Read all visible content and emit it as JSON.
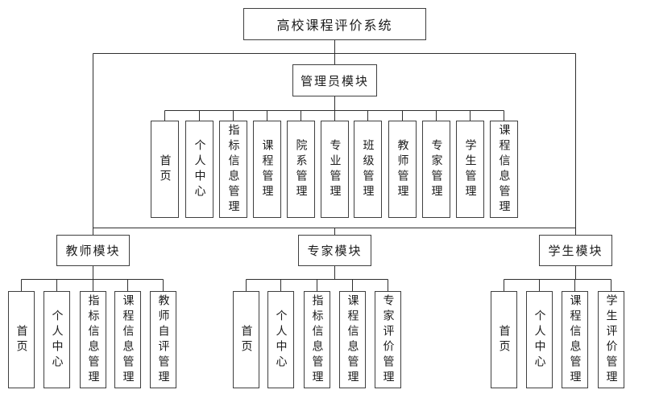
{
  "diagram": {
    "root": "高校课程评价系统",
    "admin": {
      "label": "管理员模块",
      "children": [
        "首页",
        "个人中心",
        "指标信息管理",
        "课程管理",
        "院系管理",
        "专业管理",
        "班级管理",
        "教师管理",
        "专家管理",
        "学生管理",
        "课程信息管理"
      ]
    },
    "teacher": {
      "label": "教师模块",
      "children": [
        "首页",
        "个人中心",
        "指标信息管理",
        "课程信息管理",
        "教师自评管理"
      ]
    },
    "expert": {
      "label": "专家模块",
      "children": [
        "首页",
        "个人中心",
        "指标信息管理",
        "课程信息管理",
        "专家评价管理"
      ]
    },
    "student": {
      "label": "学生模块",
      "children": [
        "首页",
        "个人中心",
        "课程信息管理",
        "学生评价管理"
      ]
    },
    "colors": {
      "line": "#2f2f2f",
      "border": "#3f3f3f",
      "background": "#ffffff",
      "text": "#1c1c1c"
    }
  }
}
